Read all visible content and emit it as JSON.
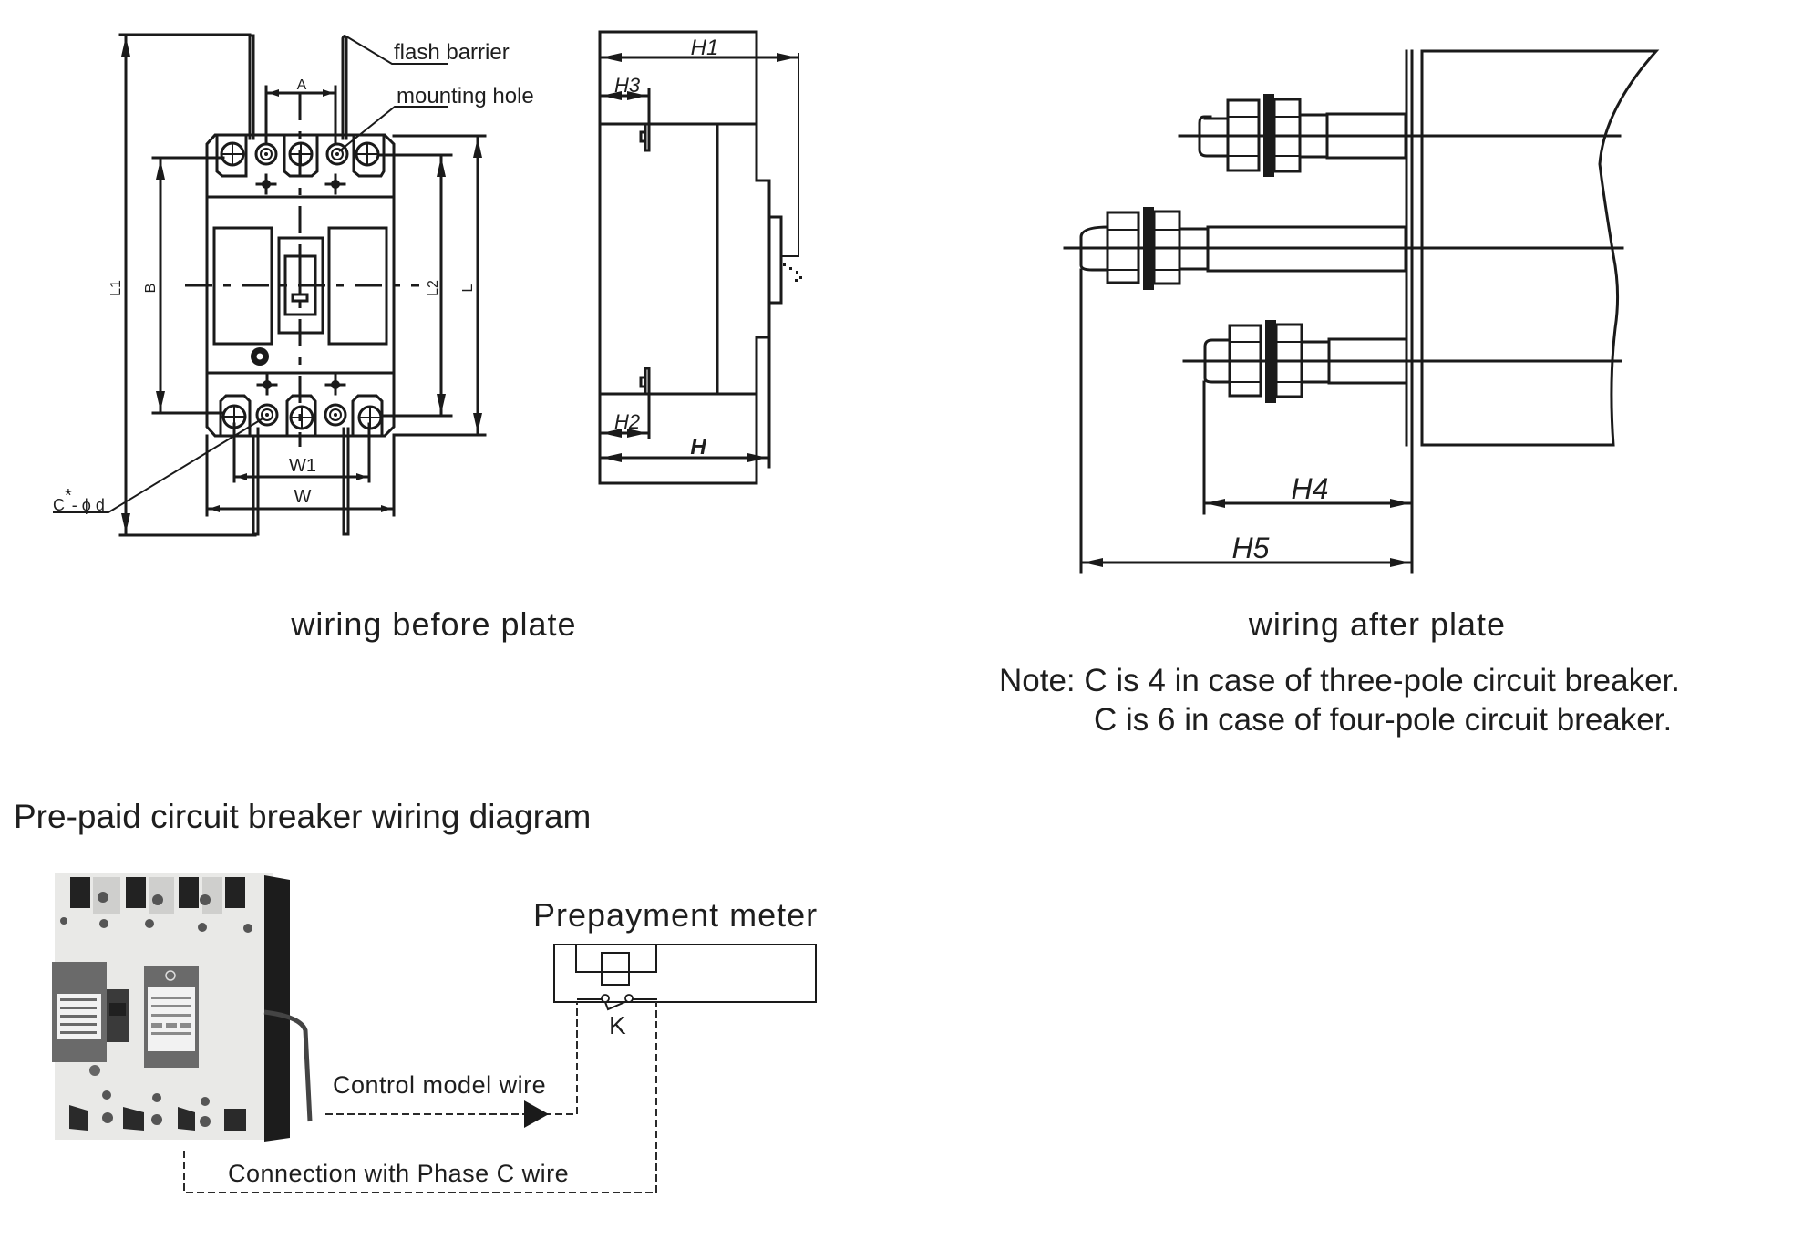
{
  "front_view": {
    "callouts": {
      "flash_barrier": "flash barrier",
      "mounting_hole": "mounting hole",
      "hole_spec_prefix": "C",
      "hole_spec_star": "*",
      "hole_spec_suffix": "- ϕ d"
    },
    "dimensions": {
      "A": "A",
      "B": "B",
      "L": "L",
      "L1": "L1",
      "L2": "L2",
      "W": "W",
      "W1": "W1"
    },
    "caption": "wiring before plate"
  },
  "side_view": {
    "dimensions": {
      "H": "H",
      "H1": "H1",
      "H2": "H2",
      "H3": "H3"
    }
  },
  "rear_view": {
    "dimensions": {
      "H4": "H4",
      "H5": "H5"
    },
    "caption": "wiring after plate",
    "note_line1": "Note: C is 4 in case of three-pole circuit breaker.",
    "note_line2": "C is 6 in case of four-pole circuit breaker."
  },
  "wiring_diagram": {
    "title": "Pre-paid circuit breaker wiring diagram",
    "meter_label": "Prepayment meter",
    "switch_label": "K",
    "control_wire_label": "Control model wire",
    "phase_wire_label": "Connection with Phase C wire",
    "breaker_photo": "four-pole prepaid circuit breaker photo"
  }
}
